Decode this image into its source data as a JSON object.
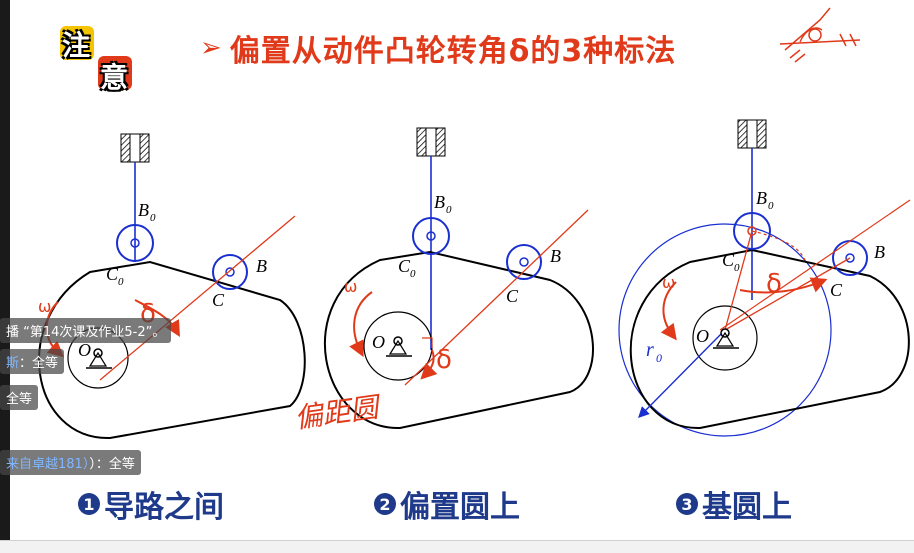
{
  "note_badge": {
    "char1": "注",
    "char2": "意"
  },
  "title": {
    "arrow": "➢",
    "text": "偏置从动件凸轮转角δ的3种标法"
  },
  "figures": [
    {
      "labels": {
        "B0": "B",
        "B0_sub": "0",
        "C0": "C",
        "C0_sub": "0",
        "B": "B",
        "C": "C",
        "O": "O",
        "omega": "ω",
        "delta": "δ"
      }
    },
    {
      "labels": {
        "B0": "B",
        "B0_sub": "0",
        "C0": "C",
        "C0_sub": "0",
        "B": "B",
        "C": "C",
        "O": "O",
        "omega": "ω",
        "delta": "δ"
      },
      "handwriting": "偏距圆"
    },
    {
      "labels": {
        "B0": "B",
        "B0_sub": "0",
        "C0": "C",
        "C0_sub": "0",
        "B": "B",
        "C": "C",
        "O": "O",
        "omega": "ω",
        "delta": "δ",
        "r0": "r",
        "r0_sub": "0"
      }
    }
  ],
  "captions": [
    {
      "num": "1",
      "text": "导路之间"
    },
    {
      "num": "2",
      "text": "偏置圆上"
    },
    {
      "num": "3",
      "text": "基圆上"
    }
  ],
  "chat": [
    {
      "text": "播 “第14次课及作业5-2”。"
    },
    {
      "prefix": "斯",
      "text": "：全等"
    },
    {
      "text": "全等"
    },
    {
      "prefix": "来自卓越181）",
      "text": "）：全等"
    }
  ],
  "colors": {
    "title": "#e03a1a",
    "blue": "#1a2fd0",
    "red": "#e03a1a",
    "caption": "#1f3a8a"
  }
}
